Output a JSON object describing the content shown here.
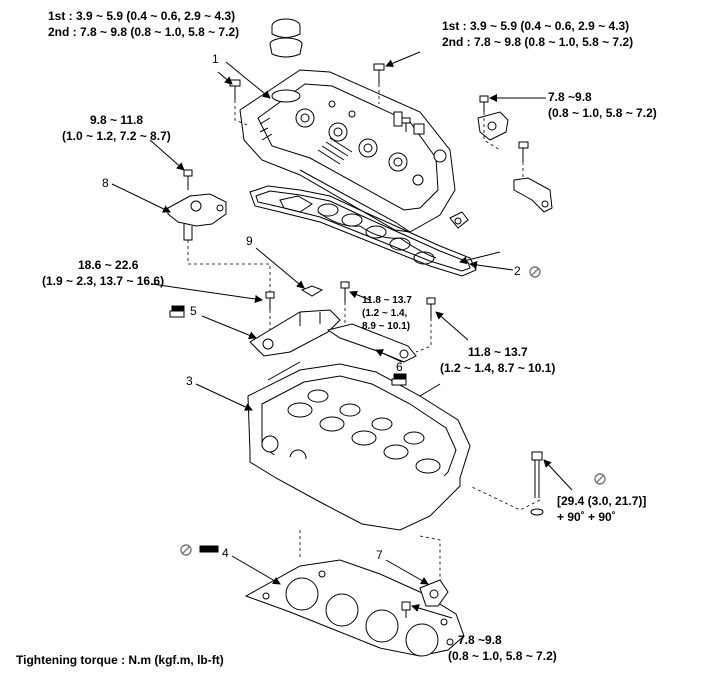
{
  "torques": {
    "top_left_1st": "1st  : 3.9 ~ 5.9 (0.4 ~ 0.6, 2.9 ~ 4.3)",
    "top_left_2nd": "2nd : 7.8 ~ 9.8 (0.8 ~ 1.0, 5.8 ~ 7.2)",
    "top_right_1st": "1st  : 3.9 ~ 5.9 (0.4 ~ 0.6, 2.9 ~ 4.3)",
    "top_right_2nd": "2nd : 7.8 ~ 9.8 (0.8 ~ 1.0, 5.8 ~ 7.2)",
    "cmp_sensor_a": "7.8 ~9.8",
    "cmp_sensor_b": "(0.8 ~ 1.0, 5.8 ~ 7.2)",
    "ocv_a": "9.8 ~ 11.8",
    "ocv_b": "(1.0 ~ 1.2, 7.2 ~ 8.7)",
    "front_cap_a": "18.6 ~ 22.6",
    "front_cap_b": "(1.9 ~ 2.3, 13.7 ~ 16.6)",
    "cap_small_a": "11.8 ~ 13.7",
    "cap_small_b": "(1.2 ~ 1.4,",
    "cap_small_c": "8.9 ~ 10.1)",
    "cap_right_a": "11.8 ~ 13.7",
    "cap_right_b": "(1.2 ~ 1.4, 8.7 ~ 10.1)",
    "head_bolt_a": "[29.4 (3.0, 21.7)]",
    "head_bolt_b": "+ 90˚ + 90˚",
    "ect_a": "7.8 ~9.8",
    "ect_b": "(0.8 ~ 1.0, 5.8 ~ 7.2)"
  },
  "callouts": [
    "1",
    "2",
    "3",
    "4",
    "5",
    "6",
    "7",
    "8",
    "9"
  ],
  "footer": "Tightening torque : N.m (kgf.m, lb-ft)",
  "icons": {
    "no_reuse": "no-reuse-icon",
    "sealant": "sealant-tube-icon"
  }
}
